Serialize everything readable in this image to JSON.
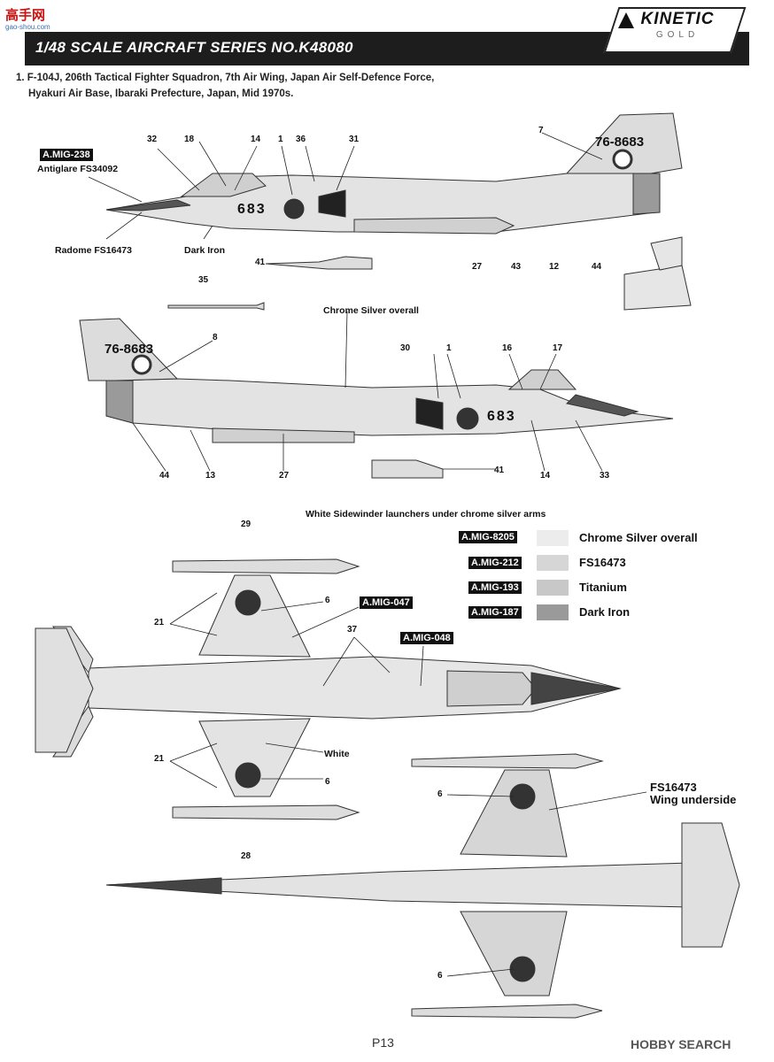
{
  "corner": {
    "logo": "高手网",
    "url": "gao-shou.com"
  },
  "header": {
    "title": "1/48 SCALE  AIRCRAFT  SERIES NO.K48080",
    "logo_main": "KINETIC",
    "logo_sub": "GOLD"
  },
  "description": {
    "line1": "1. F-104J, 206th Tactical Fighter Squadron, 7th Air Wing, Japan Air Self-Defence Force,",
    "line2": "Hyakuri Air Base, Ibaraki Prefecture, Japan, Mid 1970s."
  },
  "side_left": {
    "tag": "A.MIG-238",
    "antiglare": "Antiglare FS34092",
    "radome": "Radome FS16473",
    "dark_iron": "Dark Iron",
    "tail_number": "76-8683",
    "nose_number": "683",
    "numbers": {
      "n32": "32",
      "n18": "18",
      "n14": "14",
      "n1": "1",
      "n36": "36",
      "n31": "31",
      "n7": "7",
      "n27": "27",
      "n43": "43",
      "n12": "12",
      "n44": "44",
      "n41": "41",
      "n35": "35"
    }
  },
  "side_right": {
    "chrome_label": "Chrome Silver overall",
    "tail_number": "76-8683",
    "nose_number": "683",
    "numbers": {
      "n8": "8",
      "n30": "30",
      "n1": "1",
      "n16": "16",
      "n17": "17",
      "n44": "44",
      "n13": "13",
      "n27": "27",
      "n41": "41",
      "n14": "14",
      "n33": "33"
    }
  },
  "plan": {
    "sidewinder_note": "White Sidewinder launchers under chrome silver arms",
    "tag_047": "A.MIG-047",
    "tag_048": "A.MIG-048",
    "white_label": "White",
    "underside_label1": "FS16473",
    "underside_label2": "Wing underside",
    "numbers": {
      "n29": "29",
      "n21a": "21",
      "n6a": "6",
      "n37": "37",
      "n21b": "21",
      "n6b": "6",
      "n28": "28",
      "n6c": "6",
      "n6d": "6"
    }
  },
  "legend": [
    {
      "code": "A.MIG-8205",
      "name": "Chrome Silver overall",
      "color": "#ececec"
    },
    {
      "code": "A.MIG-212",
      "name": "FS16473",
      "color": "#d6d6d6"
    },
    {
      "code": "A.MIG-193",
      "name": "Titanium",
      "color": "#c8c8c8"
    },
    {
      "code": "A.MIG-187",
      "name": "Dark Iron",
      "color": "#9a9a9a"
    }
  ],
  "footer": {
    "page": "P13",
    "watermark": "HOBBY SEARCH"
  }
}
